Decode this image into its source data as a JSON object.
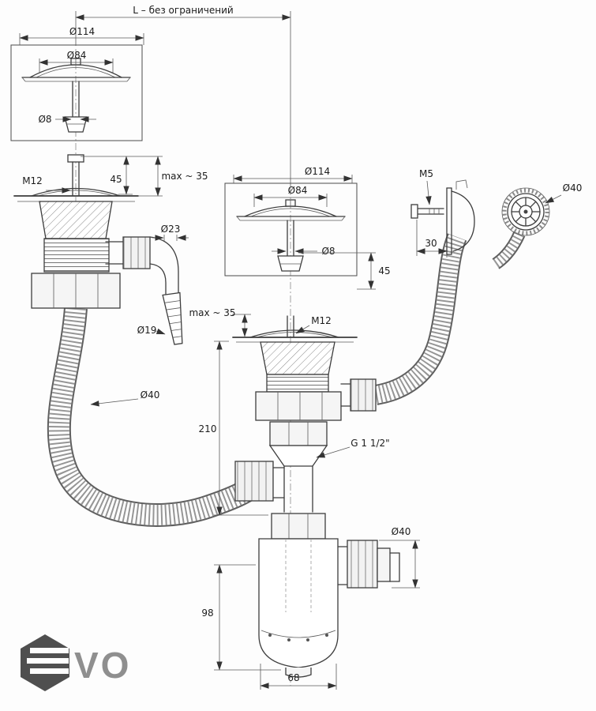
{
  "dims": {
    "span": "L – без ограничений",
    "left": {
      "d114": "Ø114",
      "d84": "Ø84",
      "d8": "Ø8",
      "m12": "M12",
      "len45": "45",
      "max35": "max ~ 35",
      "d23": "Ø23",
      "d19": "Ø19",
      "hose_d40": "Ø40"
    },
    "middle": {
      "d114": "Ø114",
      "d84": "Ø84",
      "d8": "Ø8",
      "len45": "45",
      "max35": "max ~ 35",
      "m12": "M12"
    },
    "overflow": {
      "m5": "M5",
      "offset30": "30"
    },
    "end_view": {
      "d40": "Ø40"
    },
    "trap": {
      "thread": "G 1 1/2\"",
      "h210": "210",
      "outlet_d40": "Ø40",
      "h98": "98",
      "w68": "68"
    }
  },
  "logo": {
    "text": "VO"
  }
}
